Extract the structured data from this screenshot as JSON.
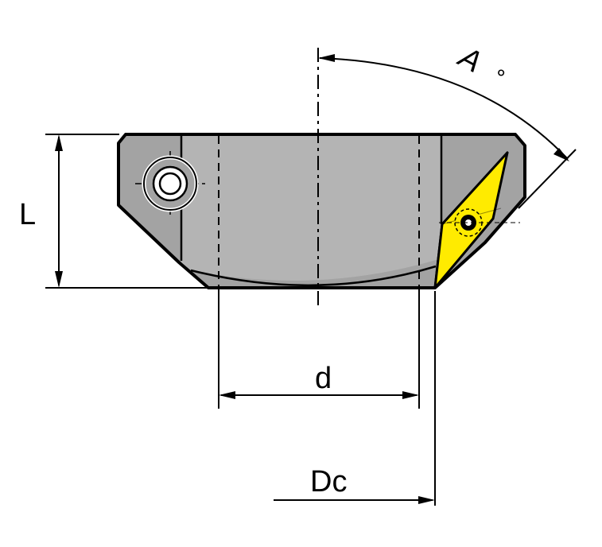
{
  "labels": {
    "length": "L",
    "bore_diameter": "d",
    "cutting_diameter": "Dc",
    "angle": "A",
    "degree_symbol": "∘"
  },
  "colors": {
    "body": "#a3a3a3",
    "body_light": "#b4b4b4",
    "insert": "#ffeb00",
    "outline": "#000000",
    "screw_face": "#ffffff"
  }
}
